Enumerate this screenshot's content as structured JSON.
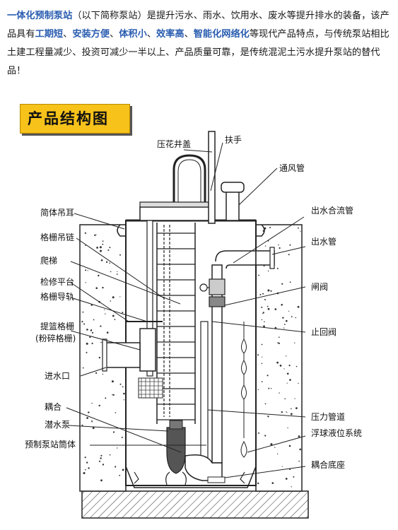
{
  "intro": {
    "segments": [
      {
        "text": "一体化预制泵站",
        "hl": true
      },
      {
        "text": "（以下简称泵站）是提升污水、雨水、饮用水、废水等提升排水的装备，该产品具有",
        "hl": false
      },
      {
        "text": "工期短",
        "hl": true
      },
      {
        "text": "、",
        "hl": false
      },
      {
        "text": "安装方便",
        "hl": true
      },
      {
        "text": "、",
        "hl": false
      },
      {
        "text": "体积小",
        "hl": true
      },
      {
        "text": "、",
        "hl": false
      },
      {
        "text": "效率高",
        "hl": true
      },
      {
        "text": "、",
        "hl": false
      },
      {
        "text": "智能化网络化",
        "hl": true
      },
      {
        "text": "等现代产品特点，与传统泵站相比土建工程量减少、投资可减少一半以上、产品质量可靠，是传统混泥土污水提升泵站的替代品！",
        "hl": false
      }
    ]
  },
  "section_title": "产品结构图",
  "labels": {
    "manhole_cover": "压花井盖",
    "handrail": "扶手",
    "vent_pipe": "通风管",
    "shell_lug": "简体吊耳",
    "grille_chain": "格栅吊链",
    "ladder": "爬梯",
    "maint_platform": "检修平台",
    "grille_rail": "格栅导轨",
    "basket_grille_1": "提篮格栅",
    "basket_grille_2": "(粉碎格栅)",
    "inlet": "进水口",
    "coupling": "耦合",
    "sub_pump": "潜水泵",
    "shell": "预制泵站筒体",
    "outlet_merge": "出水合流管",
    "outlet_pipe": "出水管",
    "gate_valve": "闸阀",
    "check_valve": "止回阀",
    "pressure_pipe": "压力管道",
    "float_system": "浮球液位系统",
    "coupling_base": "耦合底座"
  }
}
